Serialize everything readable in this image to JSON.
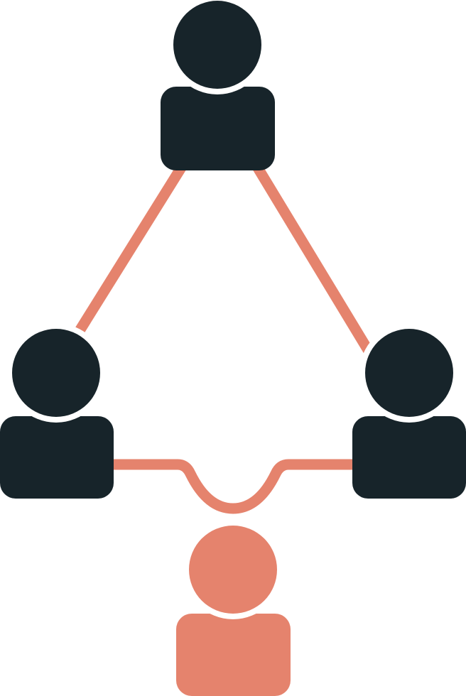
{
  "diagram": {
    "icon": "team-network-icon",
    "colors": {
      "background": "#ffffff",
      "node_dark": "#17242a",
      "node_accent": "#e5836d",
      "connector": "#e5836d"
    },
    "nodes": [
      {
        "id": "top",
        "icon": "person-icon",
        "tone": "dark"
      },
      {
        "id": "left",
        "icon": "person-icon",
        "tone": "dark"
      },
      {
        "id": "right",
        "icon": "person-icon",
        "tone": "dark"
      },
      {
        "id": "bottom",
        "icon": "person-icon",
        "tone": "accent"
      }
    ],
    "edges": [
      {
        "from": "top",
        "to": "left"
      },
      {
        "from": "top",
        "to": "right"
      },
      {
        "from": "left",
        "to": "right",
        "style": "dip-around-bottom"
      }
    ]
  }
}
